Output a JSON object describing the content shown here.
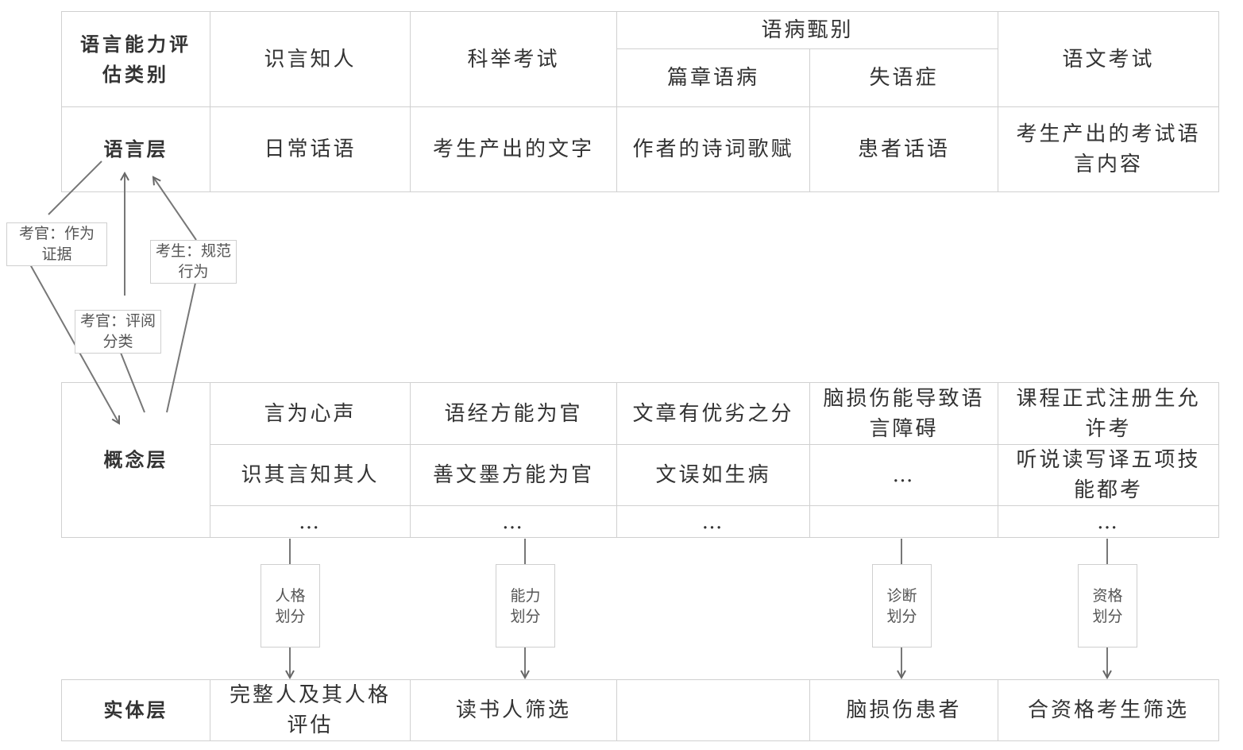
{
  "header": {
    "category_label": "语言能力评估类别",
    "col1": "识言知人",
    "col2": "科举考试",
    "group": "语病甄别",
    "col3": "篇章语病",
    "col4": "失语症",
    "col5": "语文考试"
  },
  "language_layer": {
    "label": "语言层",
    "cells": [
      "日常话语",
      "考生产出的文字",
      "作者的诗词歌赋",
      "患者话语",
      "考生产出的考试语言内容"
    ]
  },
  "concept_layer": {
    "label": "概念层",
    "row1": [
      "言为心声",
      "语经方能为官",
      "文章有优劣之分",
      "脑损伤能导致语言障碍",
      "课程正式注册生允许考"
    ],
    "row2": [
      "识其言知其人",
      "善文墨方能为官",
      "文误如生病",
      "…",
      "听说读写译五项技能都考"
    ],
    "row3": [
      "…",
      "…",
      "…",
      "",
      "…"
    ]
  },
  "entity_layer": {
    "label": "实体层",
    "cells": [
      "完整人及其人格评估",
      "读书人筛选",
      "",
      "脑损伤患者",
      "合资格考生筛选"
    ]
  },
  "side_labels": {
    "examiner_evidence": "考官：作为证据",
    "examiner_grading": "考官：评阅分类",
    "examinee_norm": "考生：规范行为"
  },
  "flow_labels": [
    "人格划分",
    "能力划分",
    "诊断划分",
    "资格划分"
  ]
}
